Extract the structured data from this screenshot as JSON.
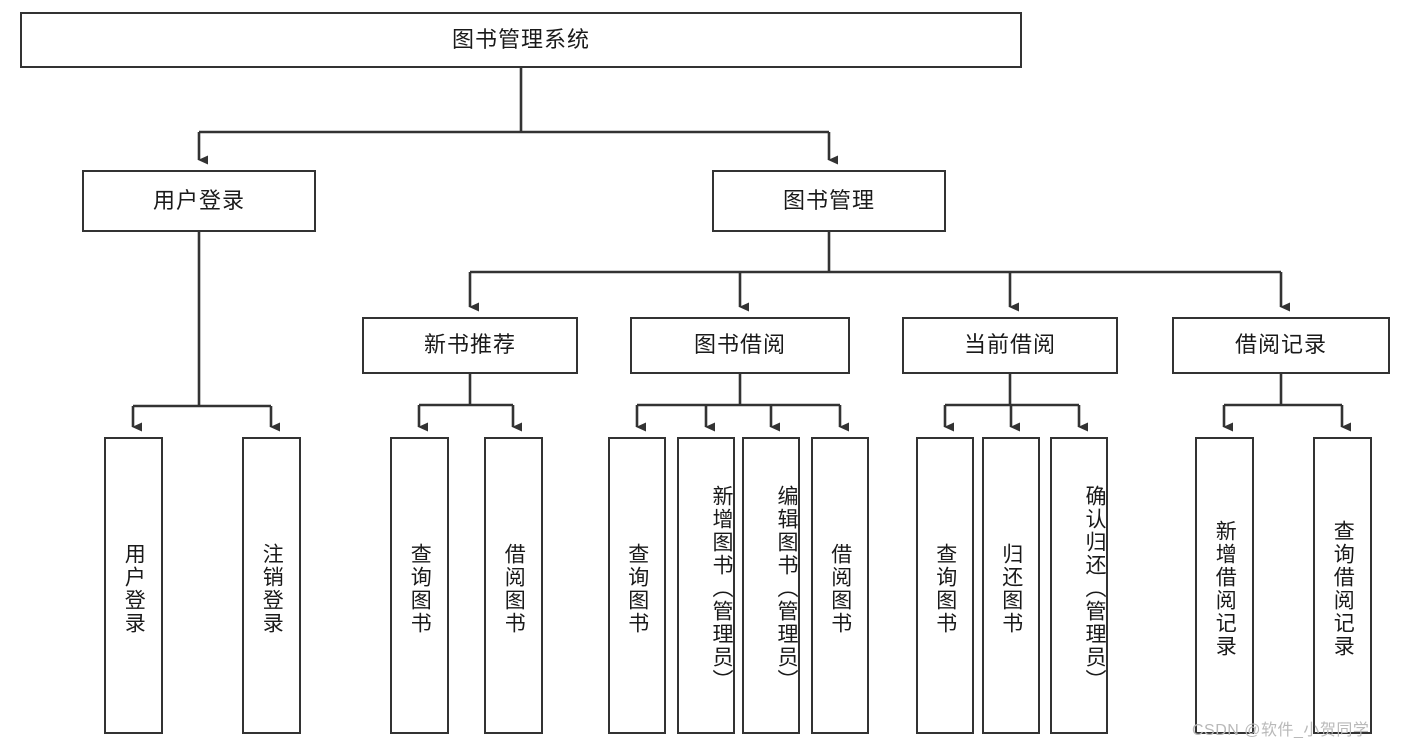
{
  "diagram": {
    "title": "图书管理系统",
    "type": "tree-hierarchy-functional-structure",
    "root": {
      "label": "图书管理系统"
    },
    "level2": [
      {
        "label": "用户登录"
      },
      {
        "label": "图书管理"
      }
    ],
    "level3": [
      {
        "label": "新书推荐"
      },
      {
        "label": "图书借阅"
      },
      {
        "label": "当前借阅"
      },
      {
        "label": "借阅记录"
      }
    ],
    "leaves": {
      "user_login": [
        {
          "label": "用户登录"
        },
        {
          "label": "注销登录"
        }
      ],
      "new_book_recommend": [
        {
          "label": "查询图书"
        },
        {
          "label": "借阅图书"
        }
      ],
      "book_borrow": [
        {
          "label": "查询图书"
        },
        {
          "label": "新增图书（管理员）"
        },
        {
          "label": "编辑图书（管理员）"
        },
        {
          "label": "借阅图书"
        }
      ],
      "current_borrow": [
        {
          "label": "查询图书"
        },
        {
          "label": "归还图书"
        },
        {
          "label": "确认归还（管理员）"
        }
      ],
      "borrow_record": [
        {
          "label": "新增借阅记录"
        },
        {
          "label": "查询借阅记录"
        }
      ]
    }
  },
  "watermark": {
    "text": "CSDN @软件_小贺同学"
  },
  "colors": {
    "stroke": "#333333",
    "fill": "#ffffff",
    "text": "#1a1a1a",
    "watermark": "#b9b9b9"
  }
}
